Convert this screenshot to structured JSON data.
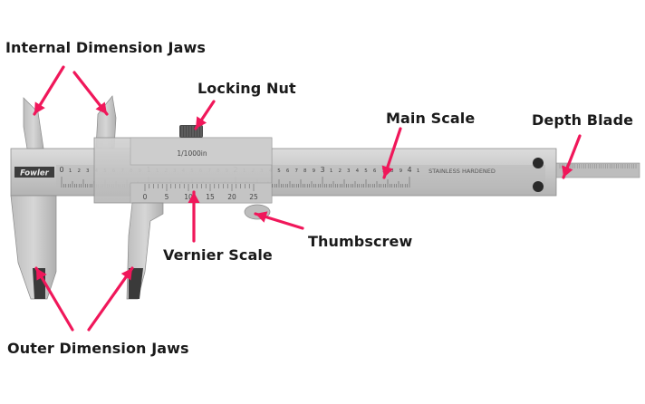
{
  "labels": {
    "internal_jaws": "Internal Dimension Jaws",
    "locking_nut": "Locking Nut",
    "main_scale": "Main Scale",
    "depth_blade": "Depth Blade",
    "vernier_scale": "Vernier Scale",
    "thumbscrew": "Thumbscrew",
    "outer_jaws": "Outer Dimension Jaws"
  },
  "instrument": {
    "brand": "Fowler",
    "resolution": "1/1000in",
    "material": "STAINLESS HARDENED",
    "main_scale_numbers": [
      "0",
      "1",
      "2",
      "3",
      "4"
    ],
    "vernier_numbers": [
      "0",
      "5",
      "10",
      "15",
      "20",
      "25"
    ]
  },
  "colors": {
    "arrow": "#f0175a",
    "steel": "#c9c9c9",
    "steel_dark": "#9a9a9a",
    "jaw_tip": "#3a3a3a"
  },
  "icons": {
    "arrow": "arrow-icon"
  }
}
